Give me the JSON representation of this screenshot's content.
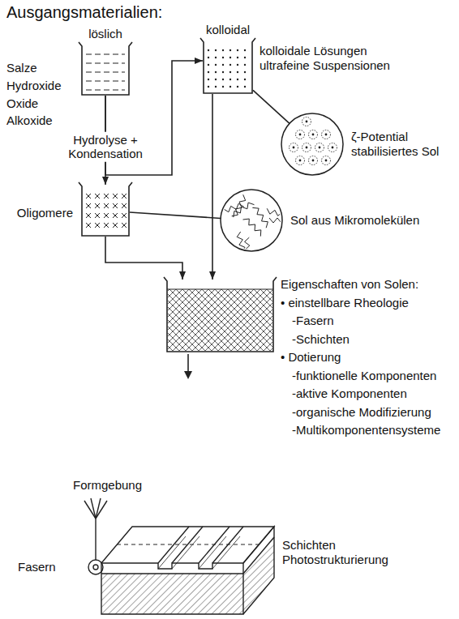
{
  "diagram": {
    "title": "Ausgangsmaterialien:",
    "nodes": [
      {
        "text": [
          "löslich",
          "Salze Hydroxide Oxide Alkoxide"
        ]
      },
      {
        "text": [
          "kolloidal",
          "kolloidale Lösungen ultrafeine Suspensionen"
        ]
      },
      {
        "text": [
          "ζ-Potential stabilisiertes Sol"
        ]
      },
      {
        "text": [
          "Oligomere"
        ]
      },
      {
        "text": [
          "Sol aus Mikromolekülen"
        ]
      },
      {
        "text": [
          "Eigenschaften von Solen:",
          "• einstellbare Rheologie",
          "-Fasern",
          "-Schichten",
          "• Dotierung",
          "-funktionelle Komponenten",
          "-aktive Komponenten",
          "-organische Modifizierung",
          "-Multikomponentensysteme"
        ]
      }
    ],
    "edges": [
      {
        "from": 0,
        "to": 3,
        "arrow": "to",
        "label": "Hydrolyse + Kondensation"
      },
      {
        "from": 0,
        "to": 1,
        "arrow": "to"
      },
      {
        "from": 1,
        "to": 2,
        "arrow": "none"
      },
      {
        "from": 3,
        "to": 4,
        "arrow": "none"
      },
      {
        "from": 3,
        "to": 5,
        "arrow": "to"
      },
      {
        "from": 1,
        "to": 5,
        "arrow": "to"
      }
    ],
    "labels": [
      "Formgebung",
      "Fasern",
      "Schichten Photostrukturierung"
    ]
  }
}
